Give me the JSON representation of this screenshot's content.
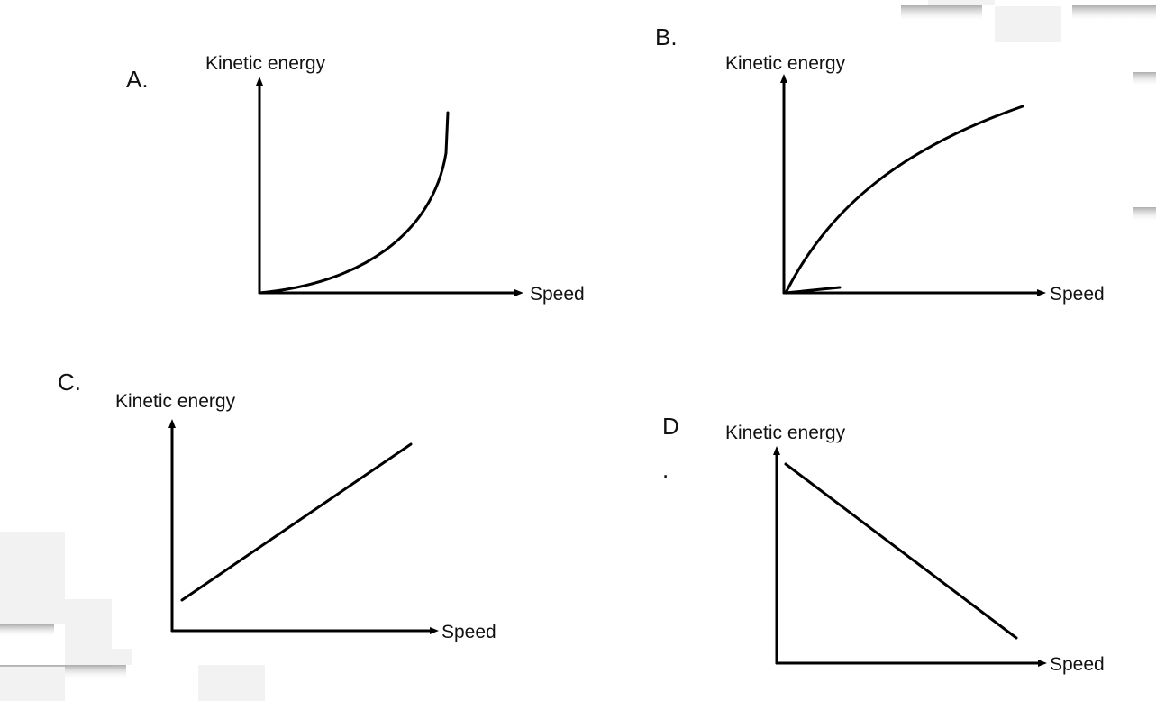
{
  "panels": [
    {
      "option": "A.",
      "y_label": "Kinetic energy",
      "x_label": "Speed",
      "shape": "curve increasing, concave up"
    },
    {
      "option": "B.",
      "y_label": "Kinetic energy",
      "x_label": "Speed",
      "shape": "curve increasing, concave down"
    },
    {
      "option": "C.",
      "y_label": "Kinetic energy",
      "x_label": "Speed",
      "shape": "straight line increasing"
    },
    {
      "option_line1": "D",
      "option_line2": ".",
      "y_label": "Kinetic energy",
      "x_label": "Speed",
      "shape": "straight line decreasing"
    }
  ],
  "colors": {
    "ink": "#000000",
    "watermark": "#f2f2f2"
  }
}
